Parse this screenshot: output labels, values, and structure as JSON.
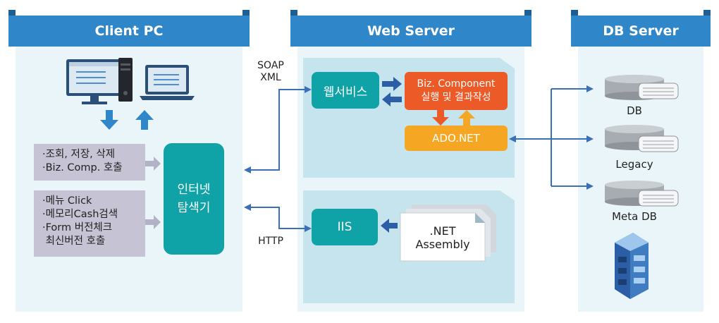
{
  "headers": {
    "client": "Client PC",
    "web": "Web Server",
    "db": "DB Server"
  },
  "client": {
    "box1_lines": [
      "·조회, 저장, 삭제",
      "·Biz. Comp. 호출"
    ],
    "box2_lines": [
      "·메뉴 Click",
      "·메모리Cash검색",
      "·Form 버전체크",
      " 최신버전 호출"
    ],
    "browser_lines": [
      "인터넷",
      "탐색기"
    ]
  },
  "protocols": {
    "soap": [
      "SOAP",
      "XML"
    ],
    "http": "HTTP"
  },
  "web": {
    "webservice": "웹서비스",
    "biz_lines": [
      "Biz. Component",
      "실행 및 결과작성"
    ],
    "ado": "ADO.NET",
    "iis": "IIS",
    "net_lines": [
      ".NET",
      "Assembly"
    ]
  },
  "db": {
    "db1": "DB",
    "db2": "Legacy",
    "db3": "Meta DB"
  },
  "colors": {
    "header": "#2f86c8",
    "teal": "#0fa3a8",
    "orange_red": "#ec5a28",
    "orange": "#f5a623",
    "arrow": "#3b6fb6"
  }
}
